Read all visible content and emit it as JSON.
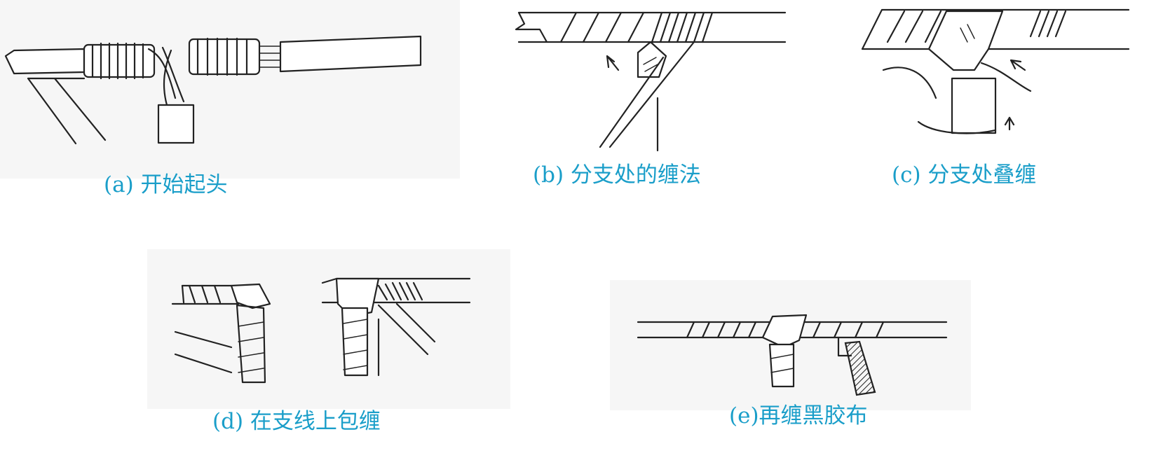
{
  "colors": {
    "caption": "#1a9ec9",
    "panel_bg": "#f6f6f6",
    "line": "#222222"
  },
  "panels": [
    {
      "id": "a",
      "caption": "(a) 开始起头"
    },
    {
      "id": "b",
      "caption": "(b) 分支处的缠法"
    },
    {
      "id": "c",
      "caption": "(c) 分支处叠缠"
    },
    {
      "id": "d",
      "caption": "(d) 在支线上包缠"
    },
    {
      "id": "e",
      "caption": "(e)再缠黑胶布"
    }
  ]
}
